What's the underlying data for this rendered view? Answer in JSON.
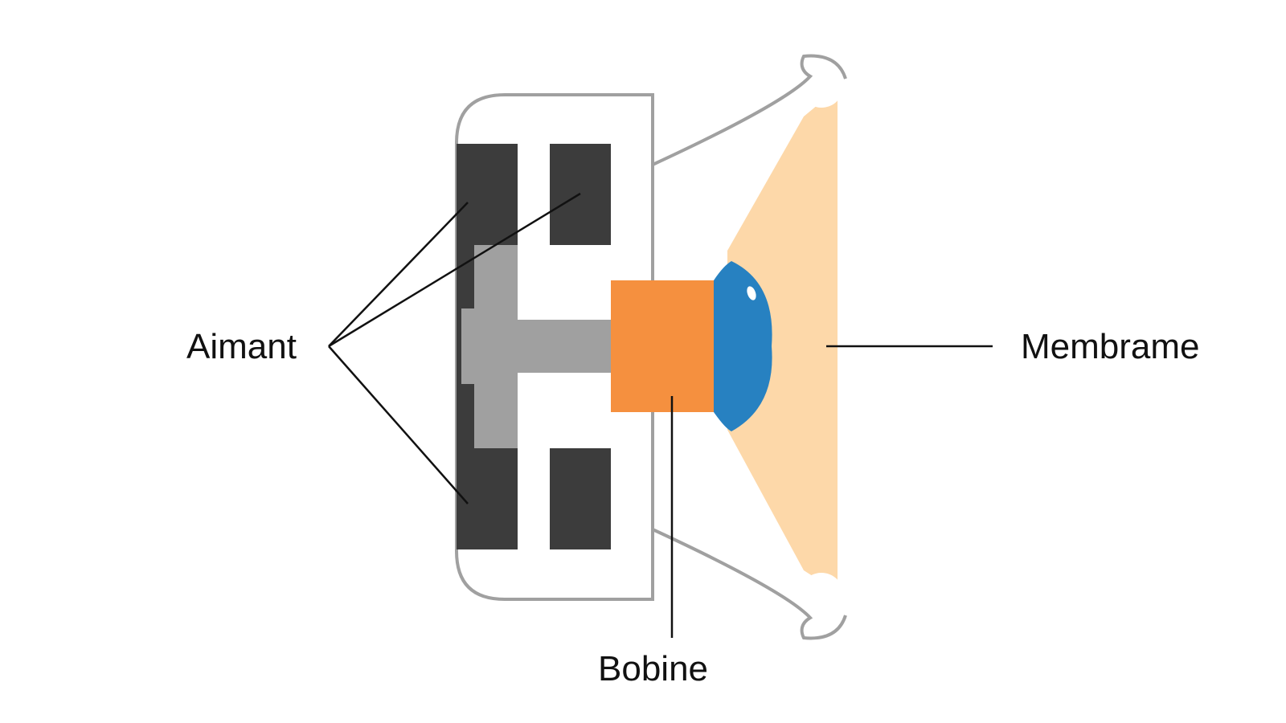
{
  "labels": {
    "magnet": "Aimant",
    "coil": "Bobine",
    "membrane": "Membrame"
  },
  "colors": {
    "background": "#ffffff",
    "magnet": "#3c3c3c",
    "pole_piece": "#a0a0a0",
    "coil": "#f5903f",
    "dust_cap": "#2781c1",
    "membrane": "#fdd8a9",
    "frame": "#a0a0a0",
    "leader_lines": "#111111"
  }
}
